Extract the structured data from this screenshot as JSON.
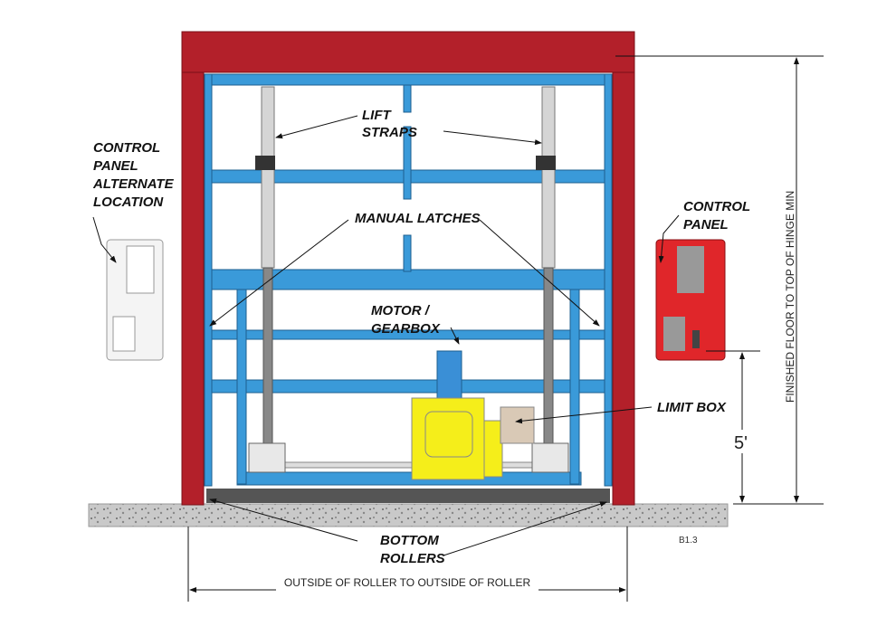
{
  "labels": {
    "lift_straps": [
      "LIFT",
      "STRAPS"
    ],
    "control_panel_alt": [
      "CONTROL",
      "PANEL",
      "ALTERNATE",
      "LOCATION"
    ],
    "manual_latches": "MANUAL LATCHES",
    "motor_gearbox": [
      "MOTOR /",
      "GEARBOX"
    ],
    "control_panel": [
      "CONTROL",
      "PANEL"
    ],
    "limit_box": "LIMIT BOX",
    "bottom_rollers": [
      "BOTTOM",
      "ROLLERS"
    ]
  },
  "dimensions": {
    "height_5ft": "5'",
    "finished_floor": "FINISHED FLOOR TO TOP OF HINGE MIN",
    "width": "OUTSIDE OF ROLLER TO OUTSIDE OF ROLLER"
  },
  "drawing_id": "B1.3",
  "colors": {
    "frame_red": "#b3202a",
    "frame_blue": "#3a9ad9",
    "motor_yellow": "#f5ee1a",
    "panel_red": "#e0262a"
  }
}
